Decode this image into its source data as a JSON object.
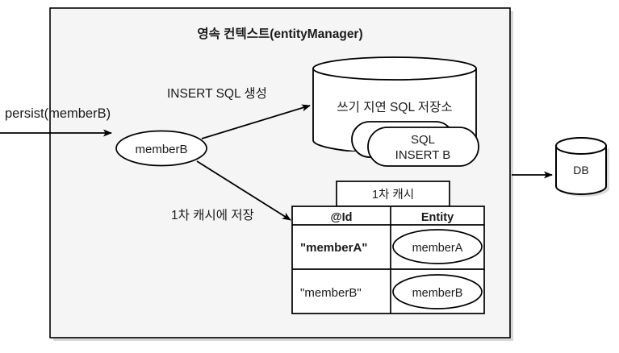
{
  "diagram": {
    "title": "영속 컨텍스트(entityManager)",
    "type": "jpa-persistence-context-flow",
    "colors": {
      "page_background": "#ffffff",
      "container_background": "#f5f5f5",
      "shape_fill": "#ffffff",
      "stroke": "#000000",
      "text": "#1a1a1a",
      "shadow": "#b0b0b0"
    },
    "external_call": {
      "label": "persist(memberB)"
    },
    "entity_node": {
      "label": "memberB"
    },
    "edges": [
      {
        "name": "insert-sql-edge",
        "label": "INSERT SQL 생성"
      },
      {
        "name": "first-level-cache-edge",
        "label": "1차 캐시에 저장"
      }
    ],
    "write_behind_store": {
      "title": "쓰기 지연 SQL 저장소",
      "queued_statements": [
        {
          "line1": "SQL",
          "line2": "INSERT B"
        }
      ]
    },
    "first_level_cache": {
      "caption": "1차 캐시",
      "columns": [
        "@Id",
        "Entity"
      ],
      "rows": [
        {
          "id": "\"memberA\"",
          "id_bold": true,
          "entity": "memberA"
        },
        {
          "id": "\"memberB\"",
          "id_bold": false,
          "entity": "memberB"
        }
      ]
    },
    "database": {
      "label": "DB"
    }
  }
}
